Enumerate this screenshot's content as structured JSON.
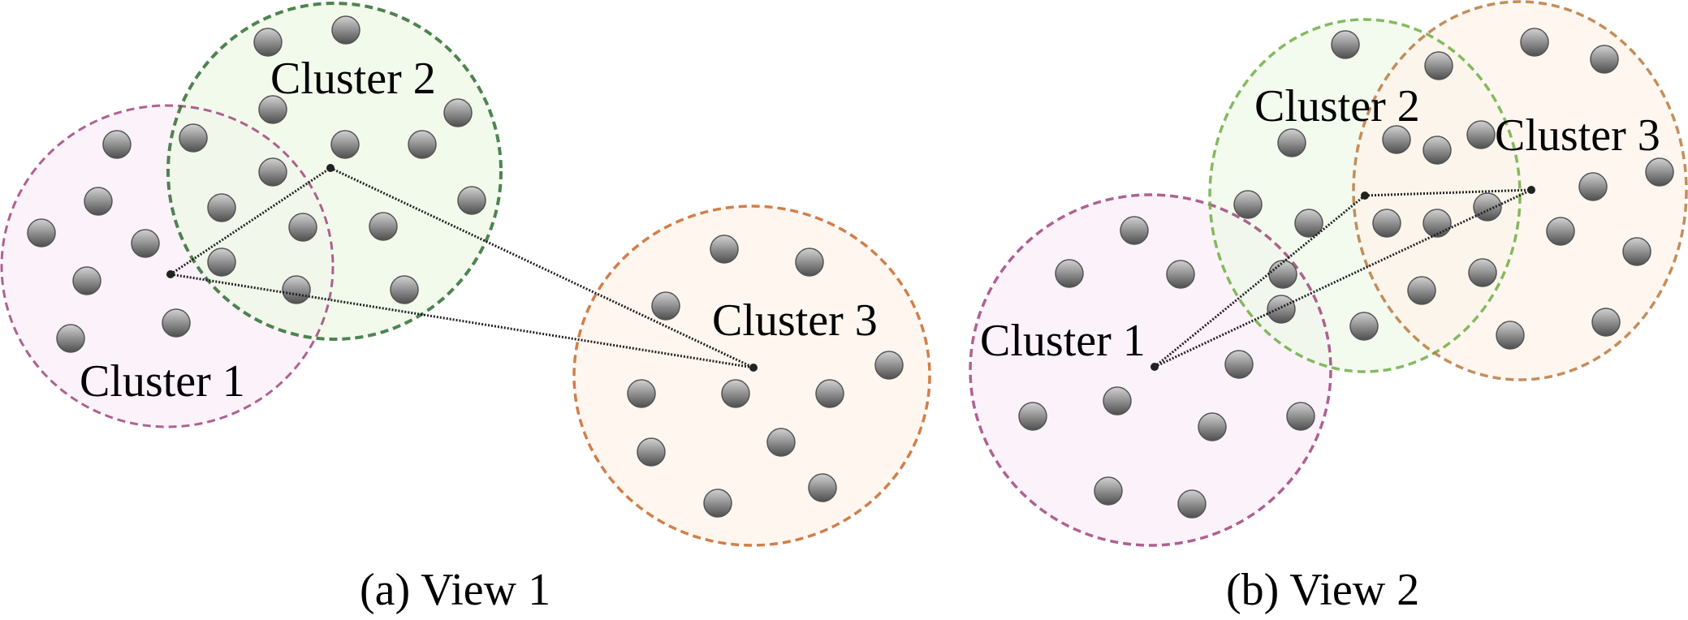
{
  "views": [
    {
      "id": "view1",
      "caption": "(a) View 1",
      "clusters": [
        {
          "id": 1,
          "label": "Cluster 1",
          "fill": "#fbeef7",
          "stroke": "#a0467e",
          "points": [
            [
              144,
              178
            ],
            [
              121,
              248
            ],
            [
              51,
              287
            ],
            [
              179,
              300
            ],
            [
              107,
              346
            ],
            [
              87,
              417
            ],
            [
              217,
              398
            ]
          ]
        },
        {
          "id": 2,
          "label": "Cluster 2",
          "fill": "#eef8e6",
          "stroke": "#2f6e32",
          "points": [
            [
              330,
              52
            ],
            [
              426,
              37
            ],
            [
              336,
              135
            ],
            [
              564,
              139
            ],
            [
              425,
              178
            ],
            [
              520,
              178
            ],
            [
              581,
              247
            ],
            [
              472,
              279
            ],
            [
              498,
              357
            ],
            [
              238,
              170
            ],
            [
              336,
              212
            ],
            [
              273,
              256
            ],
            [
              373,
              280
            ],
            [
              273,
              323
            ],
            [
              365,
              357
            ]
          ]
        },
        {
          "id": 3,
          "label": "Cluster 3",
          "fill": "#fdf3ea",
          "stroke": "#c9682c",
          "points": [
            [
              892,
              307
            ],
            [
              997,
              323
            ],
            [
              820,
              377
            ],
            [
              1095,
              450
            ],
            [
              790,
              485
            ],
            [
              906,
              485
            ],
            [
              1022,
              485
            ],
            [
              802,
              557
            ],
            [
              962,
              545
            ],
            [
              884,
              620
            ],
            [
              1013,
              601
            ]
          ]
        }
      ],
      "links": [
        [
          1,
          2
        ],
        [
          1,
          3
        ],
        [
          2,
          3
        ]
      ]
    },
    {
      "id": "view2",
      "caption": "(b) View 2",
      "clusters": [
        {
          "id": 1,
          "label": "Cluster 1",
          "fill": "#fbeef7",
          "stroke": "#a0467e",
          "points": [
            [
              1397,
              284
            ],
            [
              1317,
              337
            ],
            [
              1454,
              338
            ],
            [
              1526,
              449
            ],
            [
              1376,
              494
            ],
            [
              1272,
              513
            ],
            [
              1493,
              526
            ],
            [
              1602,
              513
            ],
            [
              1365,
              605
            ],
            [
              1468,
              621
            ]
          ]
        },
        {
          "id": 2,
          "label": "Cluster 2",
          "fill": "#eff8e8",
          "stroke": "#6fae45",
          "points": [
            [
              1657,
              55
            ],
            [
              1591,
              176
            ],
            [
              1537,
              252
            ],
            [
              1612,
              275
            ],
            [
              1578,
              381
            ],
            [
              1680,
              402
            ],
            [
              1580,
              338
            ]
          ]
        },
        {
          "id": 3,
          "label": "Cluster 3",
          "fill": "#fdf3ea",
          "stroke": "#b87a40",
          "points": [
            [
              1890,
              52
            ],
            [
              1976,
              73
            ],
            [
              1962,
              230
            ],
            [
              2044,
              212
            ],
            [
              1922,
              285
            ],
            [
              2016,
              310
            ],
            [
              1860,
              413
            ],
            [
              1978,
              397
            ],
            [
              1772,
              81
            ],
            [
              1720,
              172
            ],
            [
              1770,
              185
            ],
            [
              1824,
              166
            ],
            [
              1708,
              275
            ],
            [
              1770,
              275
            ],
            [
              1832,
              255
            ],
            [
              1826,
              336
            ],
            [
              1751,
              358
            ]
          ]
        }
      ],
      "links": [
        [
          1,
          2
        ],
        [
          1,
          3
        ],
        [
          2,
          3
        ]
      ]
    }
  ]
}
